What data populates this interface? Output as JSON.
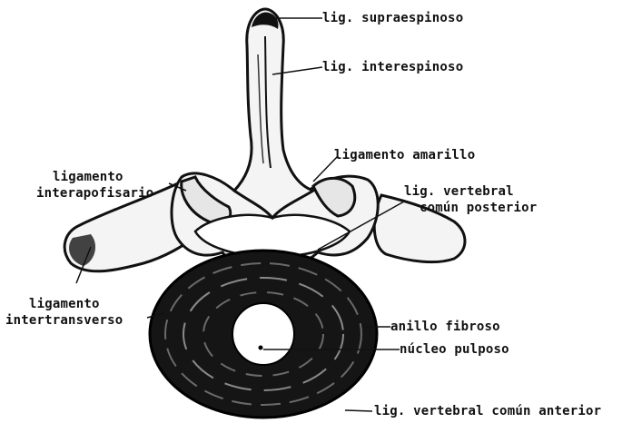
{
  "labels": {
    "supraespinoso": "lig. supraespinoso",
    "interespinoso": "lig. interespinoso",
    "amarillo": "ligamento amarillo",
    "interapofisario_1": "ligamento",
    "interapofisario_2": "interapofisario",
    "vertebral_posterior_1": "lig. vertebral",
    "vertebral_posterior_2": "común posterior",
    "intertransverso_1": "ligamento",
    "intertransverso_2": "intertransverso",
    "anillo": "anillo fibroso",
    "nucleo": "núcleo pulposo",
    "vertebral_anterior": "lig. vertebral común anterior"
  },
  "colors": {
    "ink": "#111111",
    "paper": "#ffffff",
    "disc": "#151515",
    "bone": "#f4f4f4"
  }
}
